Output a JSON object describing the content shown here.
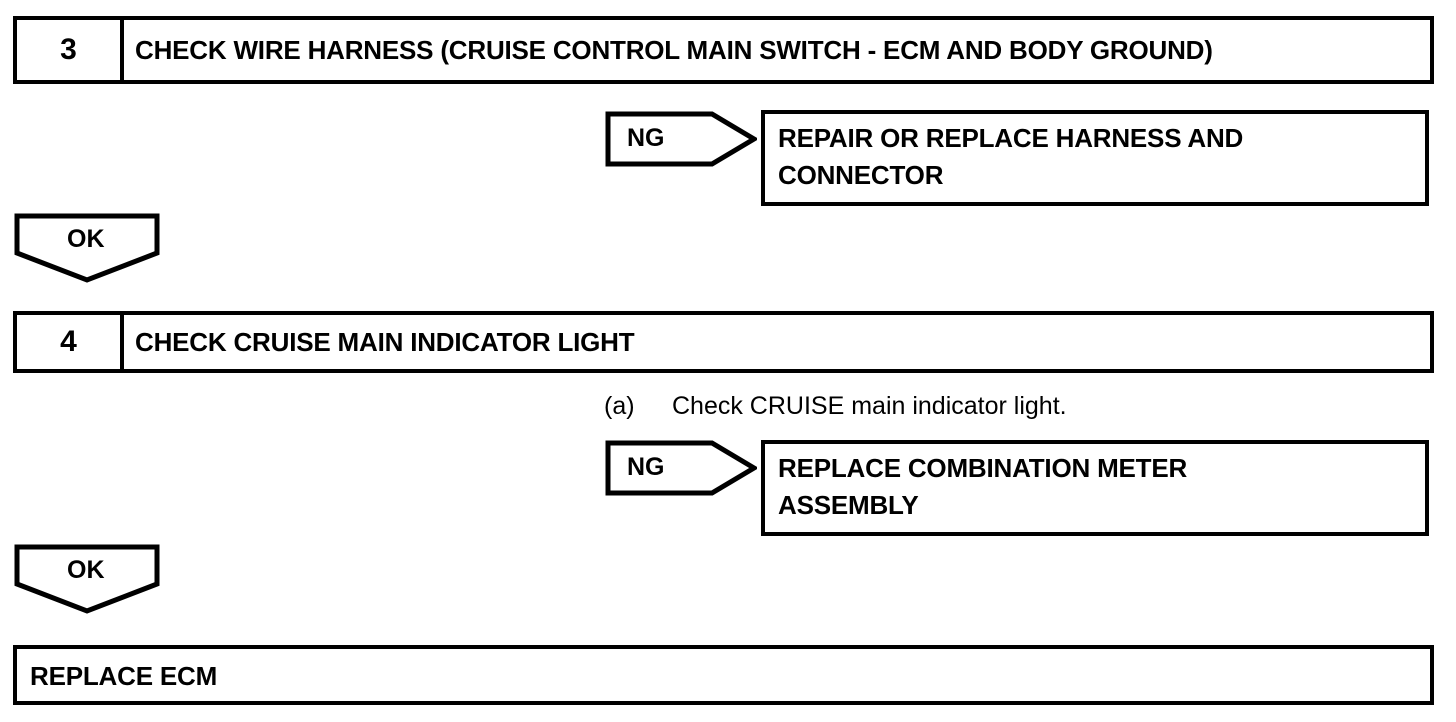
{
  "document": {
    "type": "diagnostic-flowchart",
    "title": "Cruise control diagnostic troubleshooting flow"
  },
  "steps": [
    {
      "number": "3",
      "title": "CHECK WIRE HARNESS (CRUISE CONTROL MAIN SWITCH - ECM AND BODY GROUND)"
    },
    {
      "number": "4",
      "title": "CHECK CRUISE MAIN INDICATOR LIGHT"
    }
  ],
  "procedures": [
    {
      "marker": "(a)",
      "text": "Check CRUISE main indicator light."
    }
  ],
  "connectors": {
    "ng_label": "NG",
    "ok_label": "OK"
  },
  "results": [
    {
      "line1": "REPAIR OR REPLACE HARNESS AND",
      "line2": "CONNECTOR"
    },
    {
      "line1": "REPLACE COMBINATION METER",
      "line2": "ASSEMBLY"
    }
  ],
  "final": {
    "text": "REPLACE ECM"
  },
  "colors": {
    "ink": "#000000",
    "paper": "#ffffff"
  }
}
